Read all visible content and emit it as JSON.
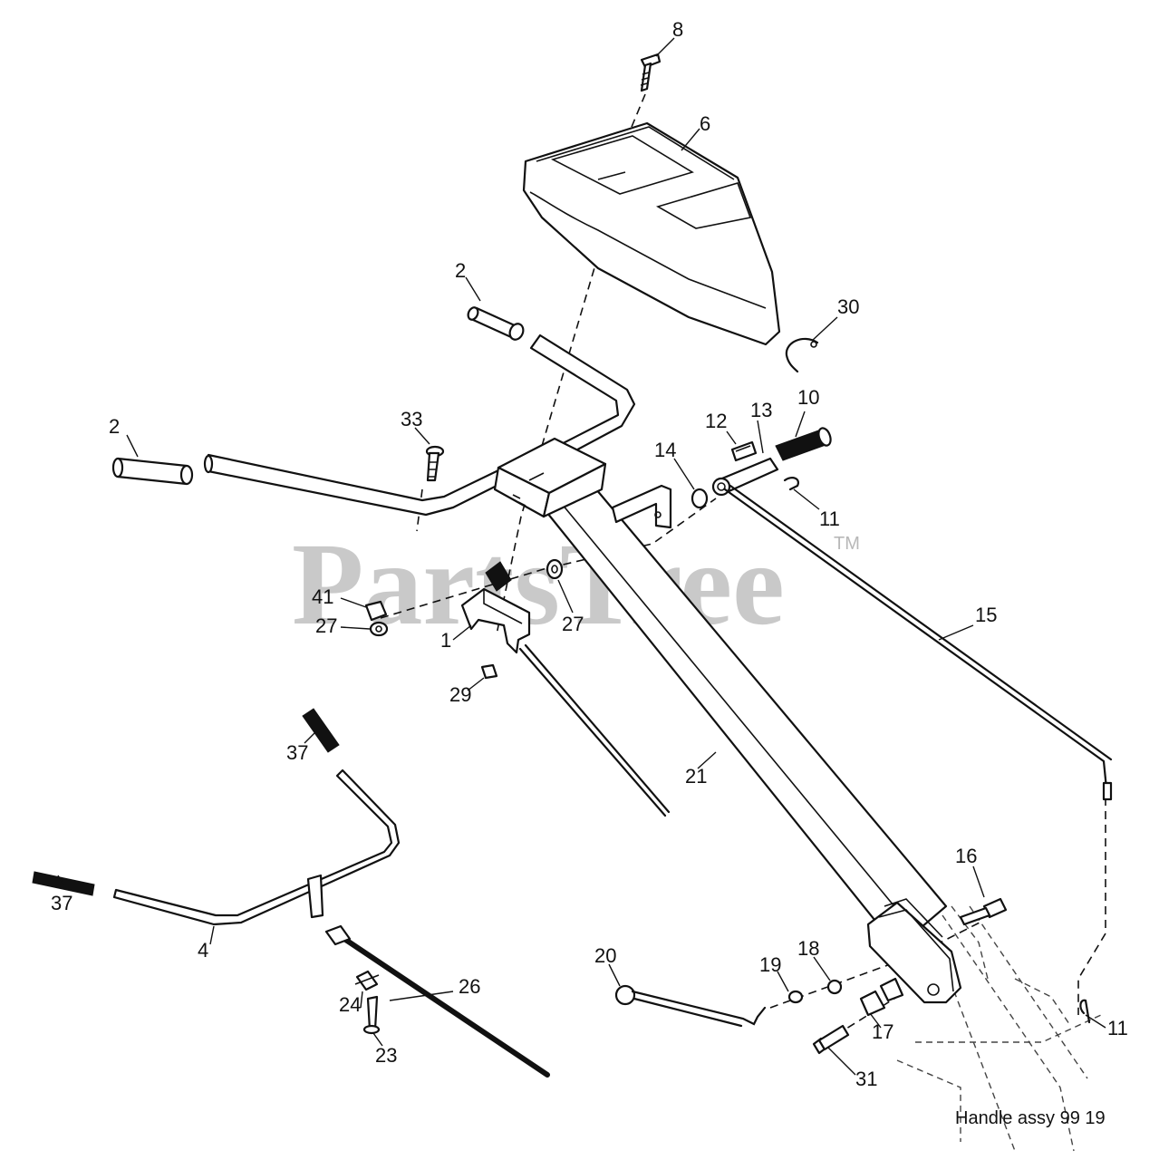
{
  "watermark": {
    "text": "PartsTree",
    "mark": "TM"
  },
  "caption": "Handle assy 99 19",
  "callouts": [
    "8",
    "6",
    "2",
    "30",
    "2",
    "33",
    "10",
    "12",
    "13",
    "14",
    "11",
    "41",
    "27",
    "1",
    "27",
    "29",
    "15",
    "37",
    "21",
    "37",
    "16",
    "4",
    "20",
    "18",
    "19",
    "26",
    "24",
    "17",
    "11",
    "23",
    "31"
  ]
}
